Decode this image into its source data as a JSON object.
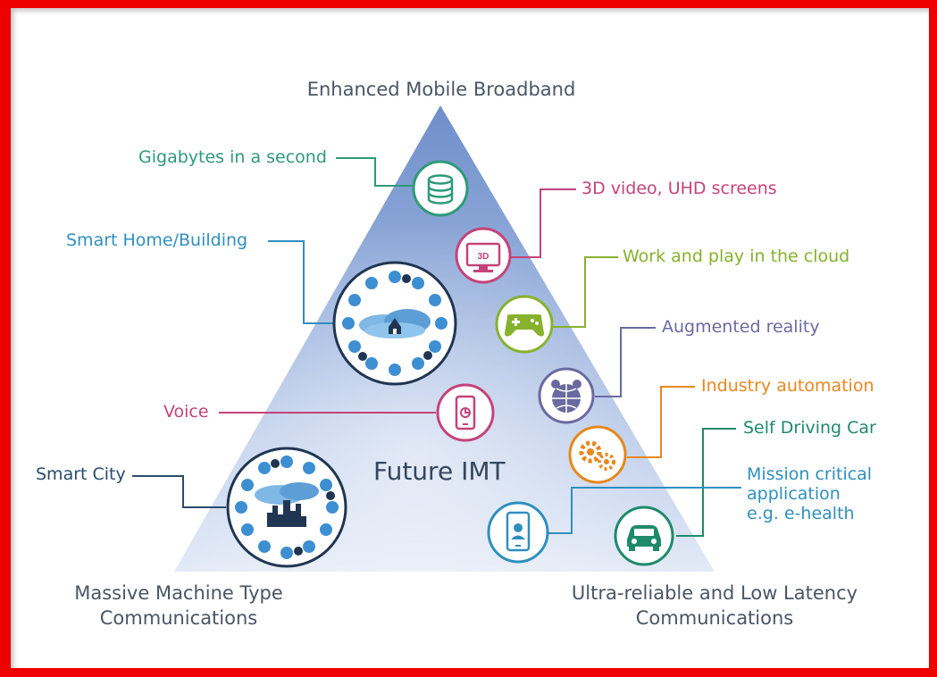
{
  "diagram": {
    "top_label": "Enhanced Mobile Broadband",
    "bottom_left_label": [
      "Massive Machine Type",
      "Communications"
    ],
    "bottom_right_label": [
      "Ultra-reliable and Low Latency",
      "Communications"
    ],
    "center_label": "Future IMT",
    "callouts": {
      "gigabytes": {
        "text": "Gigabytes in a second",
        "color": "#2e9a78",
        "icon": "database-icon"
      },
      "video": {
        "text": "3D video, UHD screens",
        "color": "#c4437a",
        "icon": "3d-tv-icon"
      },
      "smart_home": {
        "text": "Smart Home/Building",
        "color": "#2f8fbf",
        "icon": "smart-home-cloud-icon"
      },
      "cloud": {
        "text": "Work and play in the cloud",
        "color": "#86b22d",
        "icon": "gamepad-icon"
      },
      "ar": {
        "text": "Augmented reality",
        "color": "#6a6aa0",
        "icon": "augmented-reality-globe-icon"
      },
      "voice": {
        "text": "Voice",
        "color": "#c4437a",
        "icon": "smartphone-icon"
      },
      "industry": {
        "text": "Industry automation",
        "color": "#e8871e",
        "icon": "gears-icon"
      },
      "car": {
        "text": "Self Driving Car",
        "color": "#1e8a6a",
        "icon": "car-icon"
      },
      "mission": {
        "text": [
          "Mission critical",
          "application",
          "e.g. e-health"
        ],
        "color": "#2f8fbf",
        "icon": "e-health-phone-icon"
      },
      "smart_city": {
        "text": "Smart City",
        "color": "#2b4a6e",
        "icon": "smart-city-icon"
      }
    }
  }
}
